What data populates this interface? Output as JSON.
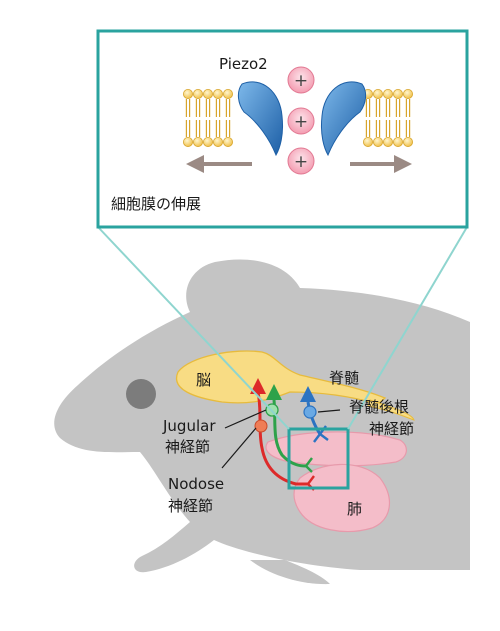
{
  "inset": {
    "protein_label": "Piezo2",
    "caption": "細胞膜の伸展",
    "plus_symbol": "+"
  },
  "labels": {
    "brain": "脳",
    "spinal_cord": "脊髄",
    "drg_line1": "脊髄後根",
    "drg_line2": "神経節",
    "jugular_line1": "Jugular",
    "jugular_line2": "神経節",
    "nodose_line1": "Nodose",
    "nodose_line2": "神経節",
    "lung": "肺"
  },
  "colors": {
    "frame": "#2aa39f",
    "mouse": "#c4c4c4",
    "brain": "#f8dc84",
    "lung": "#f4bdc9",
    "piezo_blue": "#2f7fc9",
    "jugular_red": "#dd2a2a",
    "nodose_green": "#2ea24a",
    "drg_blue": "#2b73c2",
    "arrow_gray": "#9b8a84"
  }
}
